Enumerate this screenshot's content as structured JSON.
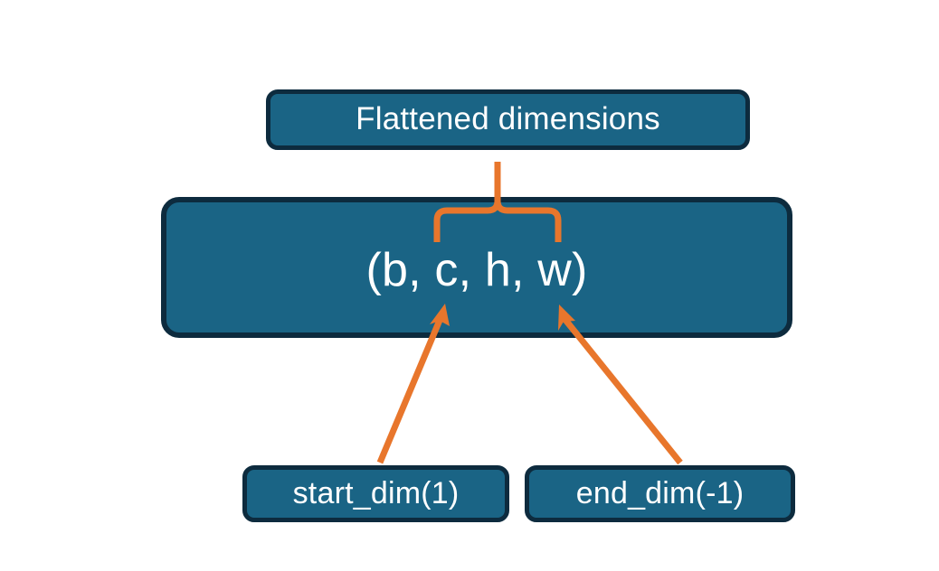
{
  "diagram": {
    "title_node": {
      "label": "Flattened dimensions",
      "name": "flattened-dimensions-box"
    },
    "shape_node": {
      "label": "(b, c, h, w)",
      "name": "tensor-shape-box",
      "dims": [
        "b",
        "c",
        "h",
        "w"
      ]
    },
    "param_nodes": [
      {
        "label": "start_dim(1)",
        "name": "start-dim-box",
        "value": 1
      },
      {
        "label": "end_dim(-1)",
        "name": "end-dim-box",
        "value": -1
      }
    ],
    "connectors": [
      {
        "name": "flatten-range-brace",
        "type": "curly-brace",
        "from": "shape_node.dims[c,h,w]",
        "to": "title_node"
      },
      {
        "name": "start-dim-arrow",
        "type": "arrow",
        "from": "start_dim(1)",
        "to": "dim c"
      },
      {
        "name": "end-dim-arrow",
        "type": "arrow",
        "from": "end_dim(-1)",
        "to": "dim w"
      }
    ]
  },
  "colors": {
    "node_fill": "#1a6485",
    "node_border": "#0d2b3e",
    "node_text": "#ffffff",
    "connector": "#e8762c",
    "background": "#ffffff"
  }
}
